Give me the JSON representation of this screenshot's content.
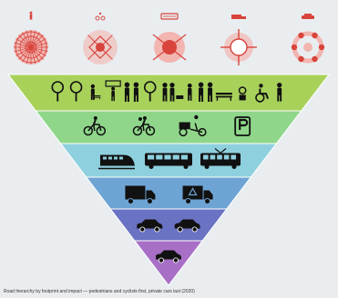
{
  "colors": {
    "background": "#e9edf0",
    "accent_red": "#d8443c",
    "accent_pink": "#f2b5b0",
    "tier_1": "#a8d15a",
    "tier_2": "#8fd68a",
    "tier_3": "#8fd0de",
    "tier_4": "#6ea4d4",
    "tier_5": "#6a72c4",
    "tier_6": "#a86fc6",
    "icon": "#111111"
  },
  "top_row": [
    {
      "mode": "pedestrian",
      "icon": "walking-person-icon",
      "footprint": "dense-radial"
    },
    {
      "mode": "cyclist",
      "icon": "bicycle-icon",
      "footprint": "diamond-radial"
    },
    {
      "mode": "public-transport",
      "icon": "bus-icon",
      "footprint": "crossed-circle"
    },
    {
      "mode": "freight",
      "icon": "truck-icon",
      "footprint": "roundabout"
    },
    {
      "mode": "car",
      "icon": "car-icon",
      "footprint": "ring-of-dots"
    }
  ],
  "pyramid": [
    {
      "tier": "walking",
      "icons": [
        "tree-icon",
        "tree-icon",
        "bench-person-icon",
        "bus-stop-icon",
        "family-icon",
        "tree-icon",
        "walking-pair-icon",
        "dog-walker-icon",
        "family-icon",
        "bench-icon",
        "plant-icon",
        "wheelchair-icon",
        "walking-person-icon"
      ]
    },
    {
      "tier": "cycling",
      "icons": [
        "bicycle-icon",
        "tandem-bicycle-icon",
        "cargo-bike-icon",
        "bike-parking-sign-icon"
      ]
    },
    {
      "tier": "public-transport",
      "icons": [
        "train-icon",
        "bus-icon",
        "tram-icon"
      ]
    },
    {
      "tier": "freight",
      "icons": [
        "truck-icon",
        "recycling-truck-icon"
      ]
    },
    {
      "tier": "shared-vehicles",
      "icons": [
        "car-icon",
        "car-icon"
      ]
    },
    {
      "tier": "private-car",
      "icons": [
        "car-icon"
      ]
    }
  ],
  "caption": "Road hierarchy by footprint and impact — pedestrians and cyclists first, private cars last (2020)"
}
